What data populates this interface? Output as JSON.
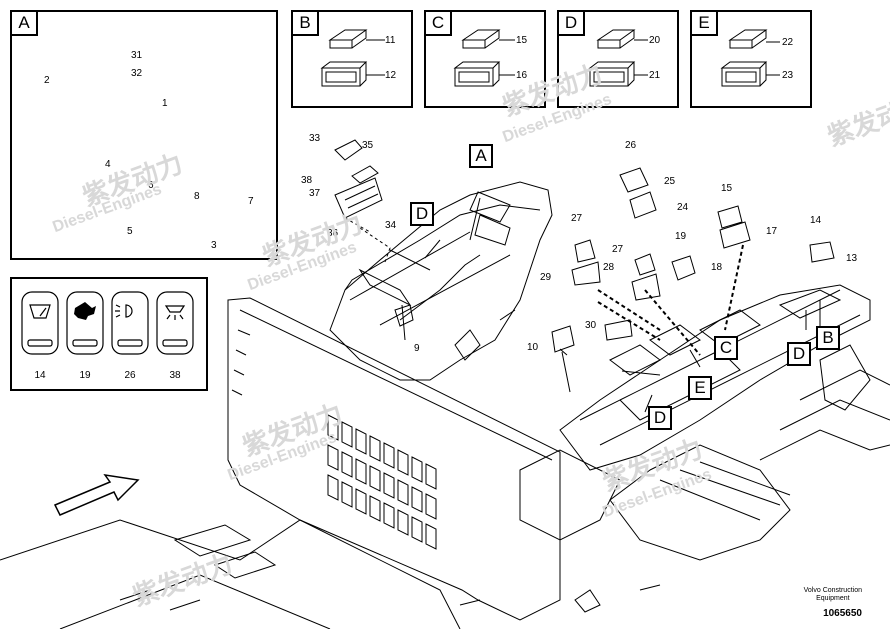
{
  "detail_boxes": [
    {
      "id": "A",
      "label": "A"
    },
    {
      "id": "B",
      "label": "B",
      "parts": [
        "11",
        "12"
      ]
    },
    {
      "id": "C",
      "label": "C",
      "parts": [
        "15",
        "16"
      ]
    },
    {
      "id": "D",
      "label": "D",
      "parts": [
        "20",
        "21"
      ]
    },
    {
      "id": "E",
      "label": "E",
      "parts": [
        "22",
        "23"
      ]
    }
  ],
  "box_a_parts": [
    "31",
    "32",
    "2",
    "1",
    "4",
    "6",
    "8",
    "7",
    "5",
    "3"
  ],
  "icon_panel": {
    "items": [
      {
        "label": "14",
        "icon": "wiper-icon"
      },
      {
        "label": "19",
        "icon": "hazard-light-icon"
      },
      {
        "label": "26",
        "icon": "work-light-icon"
      },
      {
        "label": "38",
        "icon": "cab-light-icon"
      }
    ]
  },
  "main_parts": [
    "33",
    "35",
    "38",
    "37",
    "36",
    "34",
    "9",
    "26",
    "25",
    "24",
    "27",
    "28",
    "29",
    "15",
    "17",
    "19",
    "18",
    "14",
    "13",
    "30",
    "10"
  ],
  "callouts": [
    "A",
    "D",
    "C",
    "D",
    "B",
    "E",
    "D"
  ],
  "watermark": {
    "cn": "紫发动力",
    "en": "Diesel-Engines"
  },
  "footer": {
    "line1": "Volvo Construction",
    "line2": "Equipment",
    "ref": "1065650"
  }
}
